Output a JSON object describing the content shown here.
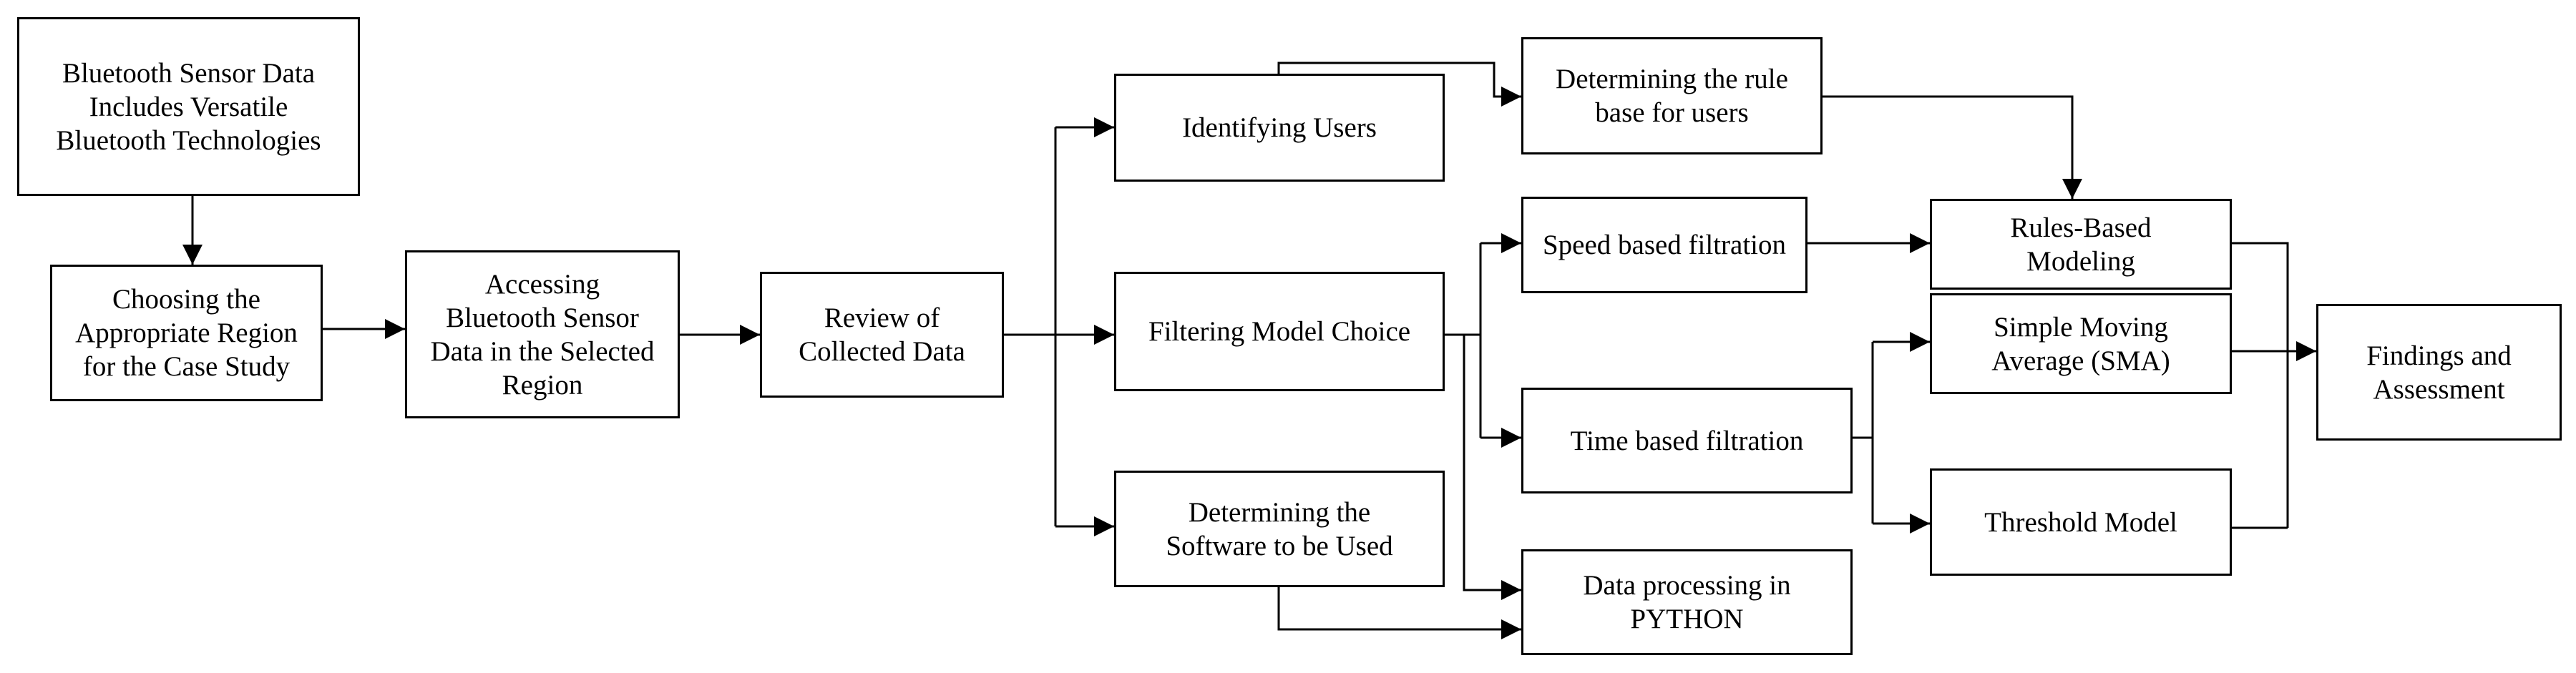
{
  "nodes": {
    "sensor": {
      "lines": [
        "Bluetooth Sensor Data",
        "Includes Versatile",
        "Bluetooth Technologies"
      ]
    },
    "region": {
      "lines": [
        "Choosing the",
        "Appropriate Region",
        "for the Case Study"
      ]
    },
    "accessing": {
      "lines": [
        "Accessing",
        "Bluetooth Sensor",
        "Data in the Selected",
        "Region"
      ]
    },
    "review": {
      "lines": [
        "Review of",
        "Collected Data"
      ]
    },
    "identifying": {
      "lines": [
        "Identifying Users"
      ]
    },
    "filtering": {
      "lines": [
        "Filtering Model Choice"
      ]
    },
    "software": {
      "lines": [
        "Determining the",
        "Software to be Used"
      ]
    },
    "rulebase": {
      "lines": [
        "Determining the rule",
        "base for users"
      ]
    },
    "speed": {
      "lines": [
        "Speed based filtration"
      ]
    },
    "time": {
      "lines": [
        "Time based filtration"
      ]
    },
    "python": {
      "lines": [
        "Data processing in",
        "PYTHON"
      ]
    },
    "rules": {
      "lines": [
        "Rules-Based",
        "Modeling"
      ]
    },
    "sma": {
      "lines": [
        "Simple Moving",
        "Average (SMA)"
      ]
    },
    "threshold": {
      "lines": [
        "Threshold Model"
      ]
    },
    "findings": {
      "lines": [
        "Findings and",
        "Assessment"
      ]
    }
  }
}
